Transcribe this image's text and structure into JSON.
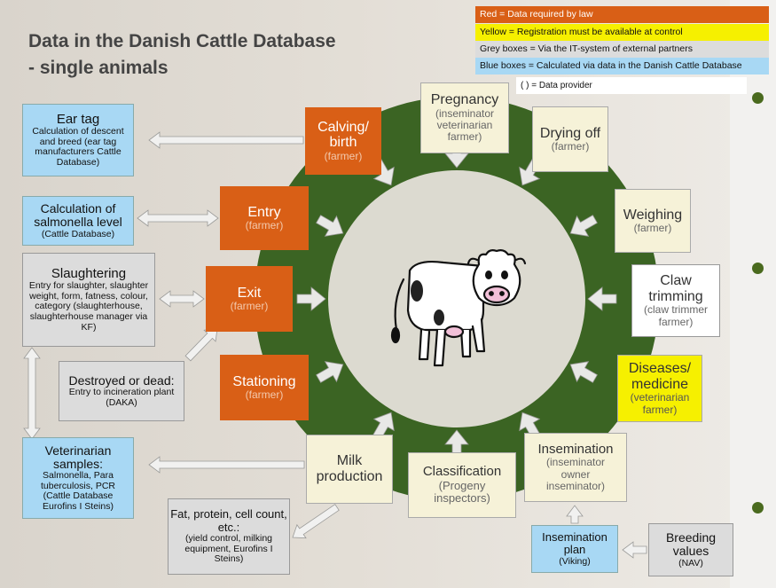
{
  "title_line1": "Data in the Danish Cattle Database",
  "title_line2": "- single animals",
  "legend": {
    "red": {
      "text": "Red = Data required by law",
      "color": "#d95f16"
    },
    "yellow": {
      "text": "Yellow = Registration must be available at control",
      "color": "#f6f000"
    },
    "grey": {
      "text": "Grey boxes = Via the IT-system of external partners",
      "color": "#dcdcdc"
    },
    "blue": {
      "text": "Blue boxes = Calculated via data in the Danish Cattle Database",
      "color": "#a8d8f4"
    },
    "provider": {
      "text": "( ) = Data provider"
    }
  },
  "colors": {
    "green_circle": "#3b6423",
    "center_circle": "#dcdad0",
    "orange": "#d95f16",
    "blue": "#a8d8f4"
  },
  "boxes": {
    "ear_tag": {
      "title": "Ear tag",
      "sub": "Calculation of descent and breed (ear tag manufacturers Cattle Database)"
    },
    "salmonella": {
      "title": "Calculation of salmonella level",
      "sub": "(Cattle Database)"
    },
    "slaughtering": {
      "title": "Slaughtering",
      "sub": "Entry for slaughter, slaughter weight, form, fatness, colour, category (slaughterhouse, slaughterhouse manager via KF)"
    },
    "destroyed": {
      "title": "Destroyed or dead:",
      "sub": "Entry to incineration plant (DAKA)"
    },
    "vet_samples": {
      "title": "Veterinarian samples:",
      "sub": "Salmonella, Para tuberculosis, PCR (Cattle Database Eurofins I Steins)"
    },
    "fat_protein": {
      "title": "Fat, protein, cell count, etc.:",
      "sub": "(yield control, milking equipment, Eurofins I Steins)"
    },
    "calving": {
      "title": "Calving/ birth",
      "sub": "(farmer)"
    },
    "entry": {
      "title": "Entry",
      "sub": "(farmer)"
    },
    "exit": {
      "title": "Exit",
      "sub": "(farmer)"
    },
    "stationing": {
      "title": "Stationing",
      "sub": "(farmer)"
    },
    "pregnancy": {
      "title": "Pregnancy",
      "sub": "(inseminator veterinarian farmer)"
    },
    "drying_off": {
      "title": "Drying off",
      "sub": "(farmer)"
    },
    "weighing": {
      "title": "Weighing",
      "sub": "(farmer)"
    },
    "claw": {
      "title": "Claw trimming",
      "sub": "(claw trimmer farmer)"
    },
    "diseases": {
      "title": "Diseases/ medicine",
      "sub": "(veterinarian farmer)"
    },
    "insemination": {
      "title": "Insemination",
      "sub": "(inseminator owner inseminator)"
    },
    "classification": {
      "title": "Classification",
      "sub": "(Progeny inspectors)"
    },
    "milk": {
      "title": "Milk production",
      "sub": ""
    },
    "ins_plan": {
      "title": "Insemination plan",
      "sub": "(Viking)"
    },
    "breeding": {
      "title": "Breeding values",
      "sub": "(NAV)"
    }
  }
}
